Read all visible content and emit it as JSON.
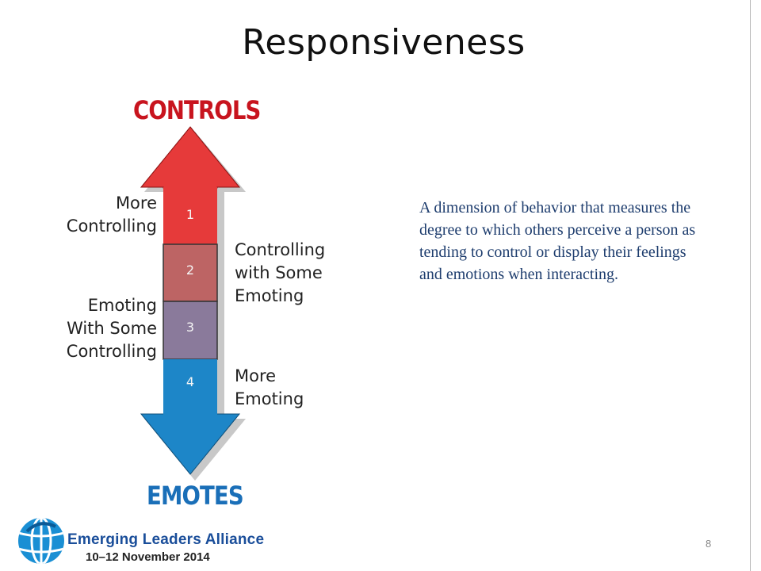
{
  "slide": {
    "title": "Responsiveness",
    "slide_number": "8"
  },
  "diagram": {
    "top_label": "CONTROLS",
    "bottom_label": "EMOTES",
    "segments": [
      {
        "number": "1",
        "color": "#e63a3a"
      },
      {
        "number": "2",
        "color": "#bd6464"
      },
      {
        "number": "3",
        "color": "#8a7a9b"
      },
      {
        "number": "4",
        "color": "#1d86c8"
      }
    ],
    "arrow_colors": {
      "top_head": "#e63a3a",
      "bottom_head": "#1d86c8",
      "shadow": "#c8c8c8"
    },
    "left_labels": [
      {
        "lines": [
          "More",
          "Controlling"
        ]
      },
      {
        "lines": [
          "Emoting",
          "With Some",
          "Controlling"
        ]
      }
    ],
    "right_labels": [
      {
        "lines": [
          "Controlling",
          "with Some",
          "Emoting"
        ]
      },
      {
        "lines": [
          "More",
          "Emoting"
        ]
      }
    ]
  },
  "definition": "A dimension of behavior that measures the degree to which others perceive a person as tending to control or display their feelings and emotions when interacting.",
  "footer": {
    "logo_name": "Emerging Leaders Alliance",
    "logo_date": "10–12 November 2014",
    "logo_icon": "globe-icon"
  }
}
